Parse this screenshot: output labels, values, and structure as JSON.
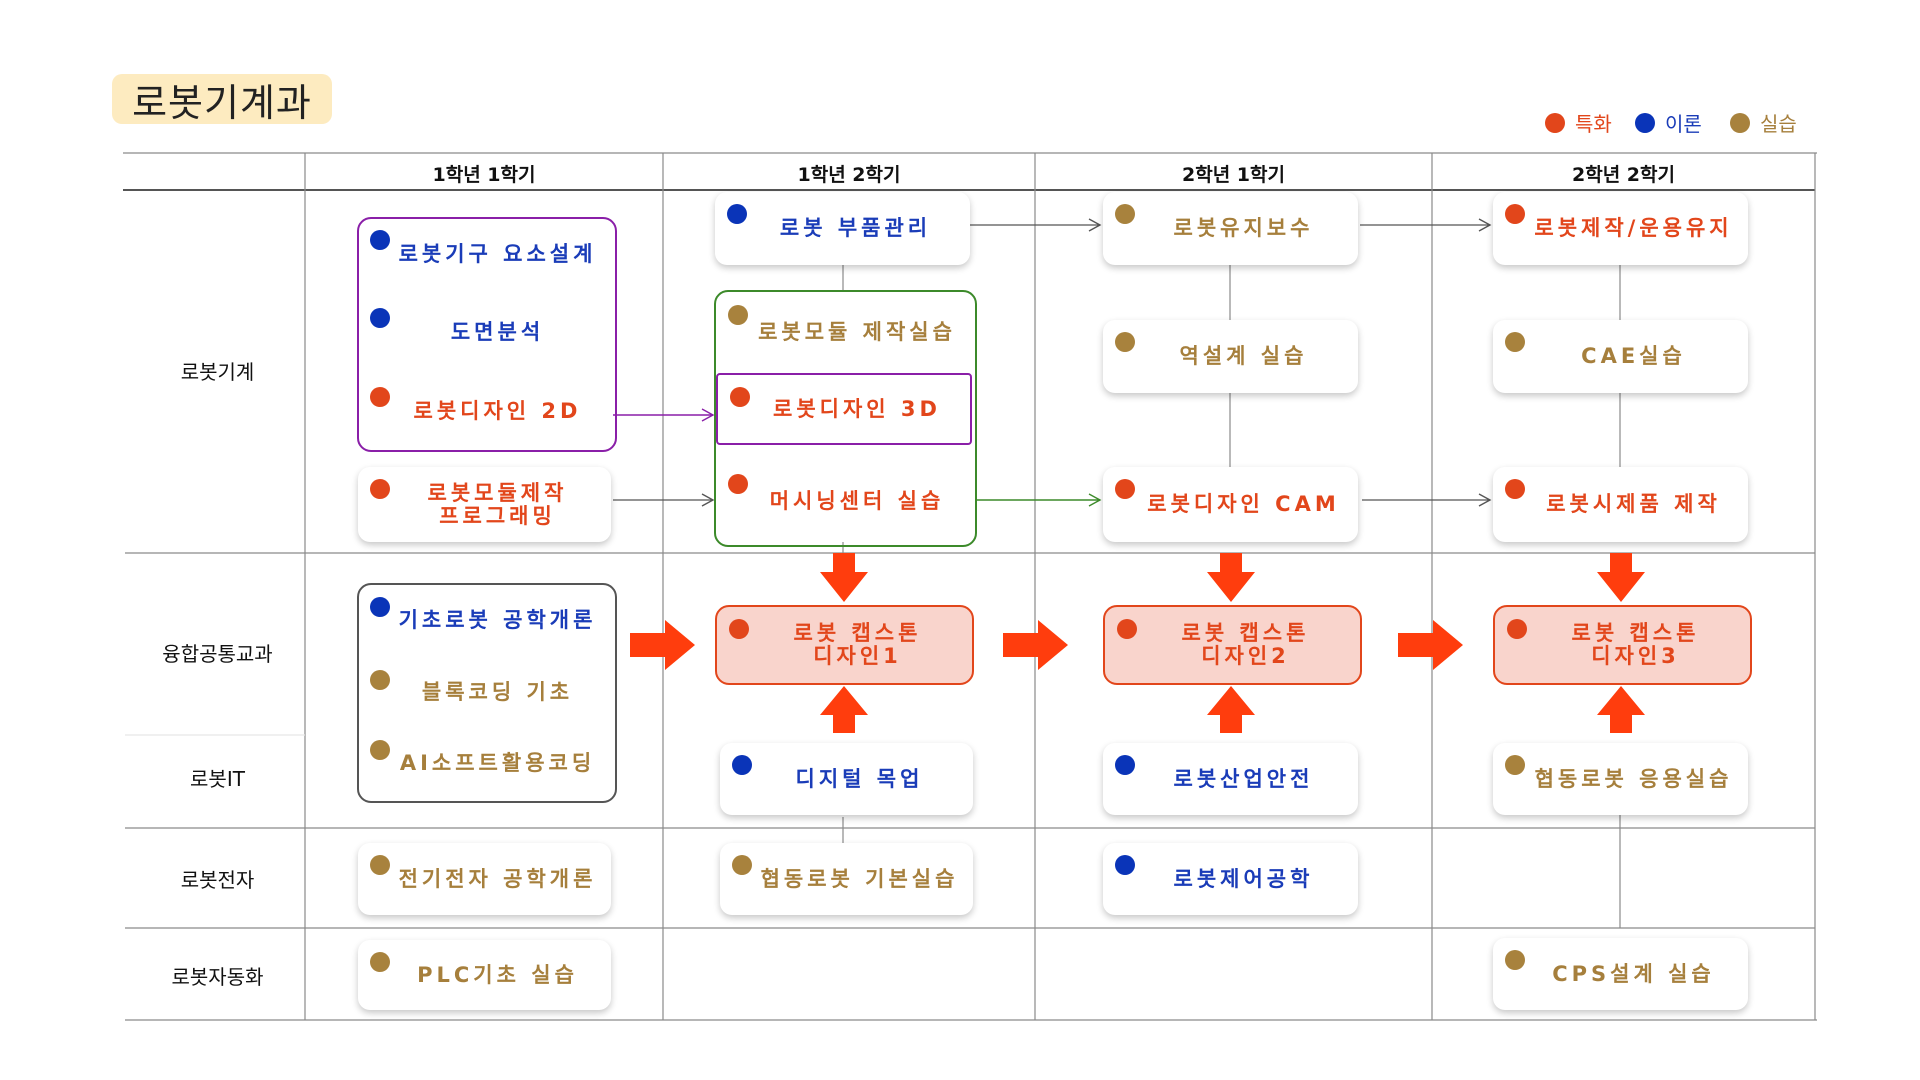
{
  "title": "로봇기계과",
  "legend": [
    {
      "label": "특화",
      "color": "#e2461b"
    },
    {
      "label": "이론",
      "color": "#0a34b8"
    },
    {
      "label": "실습",
      "color": "#a8823d"
    }
  ],
  "columns": [
    "1학년 1학기",
    "1학년 2학기",
    "2학년 1학기",
    "2학년 2학기"
  ],
  "rows": [
    "로봇기계",
    "융합공통교과",
    "로봇IT",
    "로봇전자",
    "로봇자동화"
  ],
  "courses": {
    "y1s1": {
      "c1": {
        "label": "로봇기구 요소설계",
        "type": "이론"
      },
      "c2": {
        "label": "도면분석",
        "type": "이론"
      },
      "c3": {
        "label": "로봇디자인 2D",
        "type": "특화"
      },
      "c4": {
        "label": "로봇모듈제작\n프로그래밍",
        "type": "특화"
      },
      "c5": {
        "label": "기초로봇 공학개론",
        "type": "이론"
      },
      "c6": {
        "label": "블록코딩 기초",
        "type": "실습"
      },
      "c7": {
        "label": "AI소프트활용코딩",
        "type": "실습"
      },
      "c8": {
        "label": "전기전자 공학개론",
        "type": "실습"
      },
      "c9": {
        "label": "PLC기초 실습",
        "type": "실습"
      }
    },
    "y1s2": {
      "c1": {
        "label": "로봇 부품관리",
        "type": "이론"
      },
      "c2": {
        "label": "로봇모듈 제작실습",
        "type": "실습"
      },
      "c3": {
        "label": "로봇디자인 3D",
        "type": "특화"
      },
      "c4": {
        "label": "머시닝센터 실습",
        "type": "특화"
      },
      "c5": {
        "label": "로봇 캡스톤\n디자인1",
        "type": "특화"
      },
      "c6": {
        "label": "디지털 목업",
        "type": "이론"
      },
      "c7": {
        "label": "협동로봇 기본실습",
        "type": "실습"
      }
    },
    "y2s1": {
      "c1": {
        "label": "로봇유지보수",
        "type": "실습"
      },
      "c2": {
        "label": "역설계 실습",
        "type": "실습"
      },
      "c3": {
        "label": "로봇디자인 CAM",
        "type": "특화"
      },
      "c4": {
        "label": "로봇 캡스톤\n디자인2",
        "type": "특화"
      },
      "c5": {
        "label": "로봇산업안전",
        "type": "이론"
      },
      "c6": {
        "label": "로봇제어공학",
        "type": "이론"
      }
    },
    "y2s2": {
      "c1": {
        "label": "로봇제작/운용유지",
        "type": "특화"
      },
      "c2": {
        "label": "CAE실습",
        "type": "실습"
      },
      "c3": {
        "label": "로봇시제품 제작",
        "type": "특화"
      },
      "c4": {
        "label": "로봇 캡스톤\n디자인3",
        "type": "특화"
      },
      "c5": {
        "label": "협동로봇 응용실습",
        "type": "실습"
      },
      "c6": {
        "label": "CPS설계 실습",
        "type": "실습"
      }
    }
  }
}
